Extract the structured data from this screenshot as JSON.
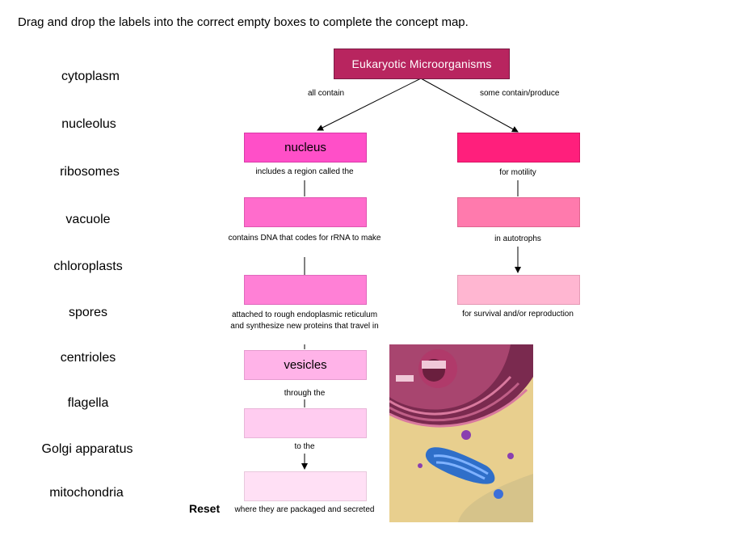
{
  "instructions": "Drag and drop the labels into the correct empty boxes to complete the concept map.",
  "labels": [
    "cytoplasm",
    "nucleolus",
    "ribosomes",
    "vacuole",
    "chloroplasts",
    "spores",
    "centrioles",
    "flagella",
    "Golgi apparatus",
    "mitochondria"
  ],
  "reset_label": "Reset",
  "map": {
    "root": "Eukaryotic Microorganisms",
    "left_relation": "all contain",
    "right_relation": "some contain/produce",
    "left_boxes": [
      "nucleus",
      "",
      "",
      "vesicles",
      "",
      ""
    ],
    "right_boxes": [
      "",
      "",
      ""
    ],
    "left_connectors": [
      "includes a region called the",
      "contains DNA that codes for rRNA to make",
      "attached to rough endoplasmic reticulum and synthesize new proteins that travel in",
      "through the",
      "to the",
      "where they are packaged and secreted"
    ],
    "right_connectors": [
      "for motility",
      "in autotrophs",
      "for survival and/or reproduction"
    ]
  },
  "colors": {
    "root": "#b8255f",
    "left": [
      "#ff4fc8",
      "#ff6ccc",
      "#ff80d6",
      "#ffb3e8",
      "#ffccf0",
      "#ffe0f5"
    ],
    "right": [
      "#ff1f7c",
      "#ff7aad",
      "#ffb6d1"
    ]
  }
}
